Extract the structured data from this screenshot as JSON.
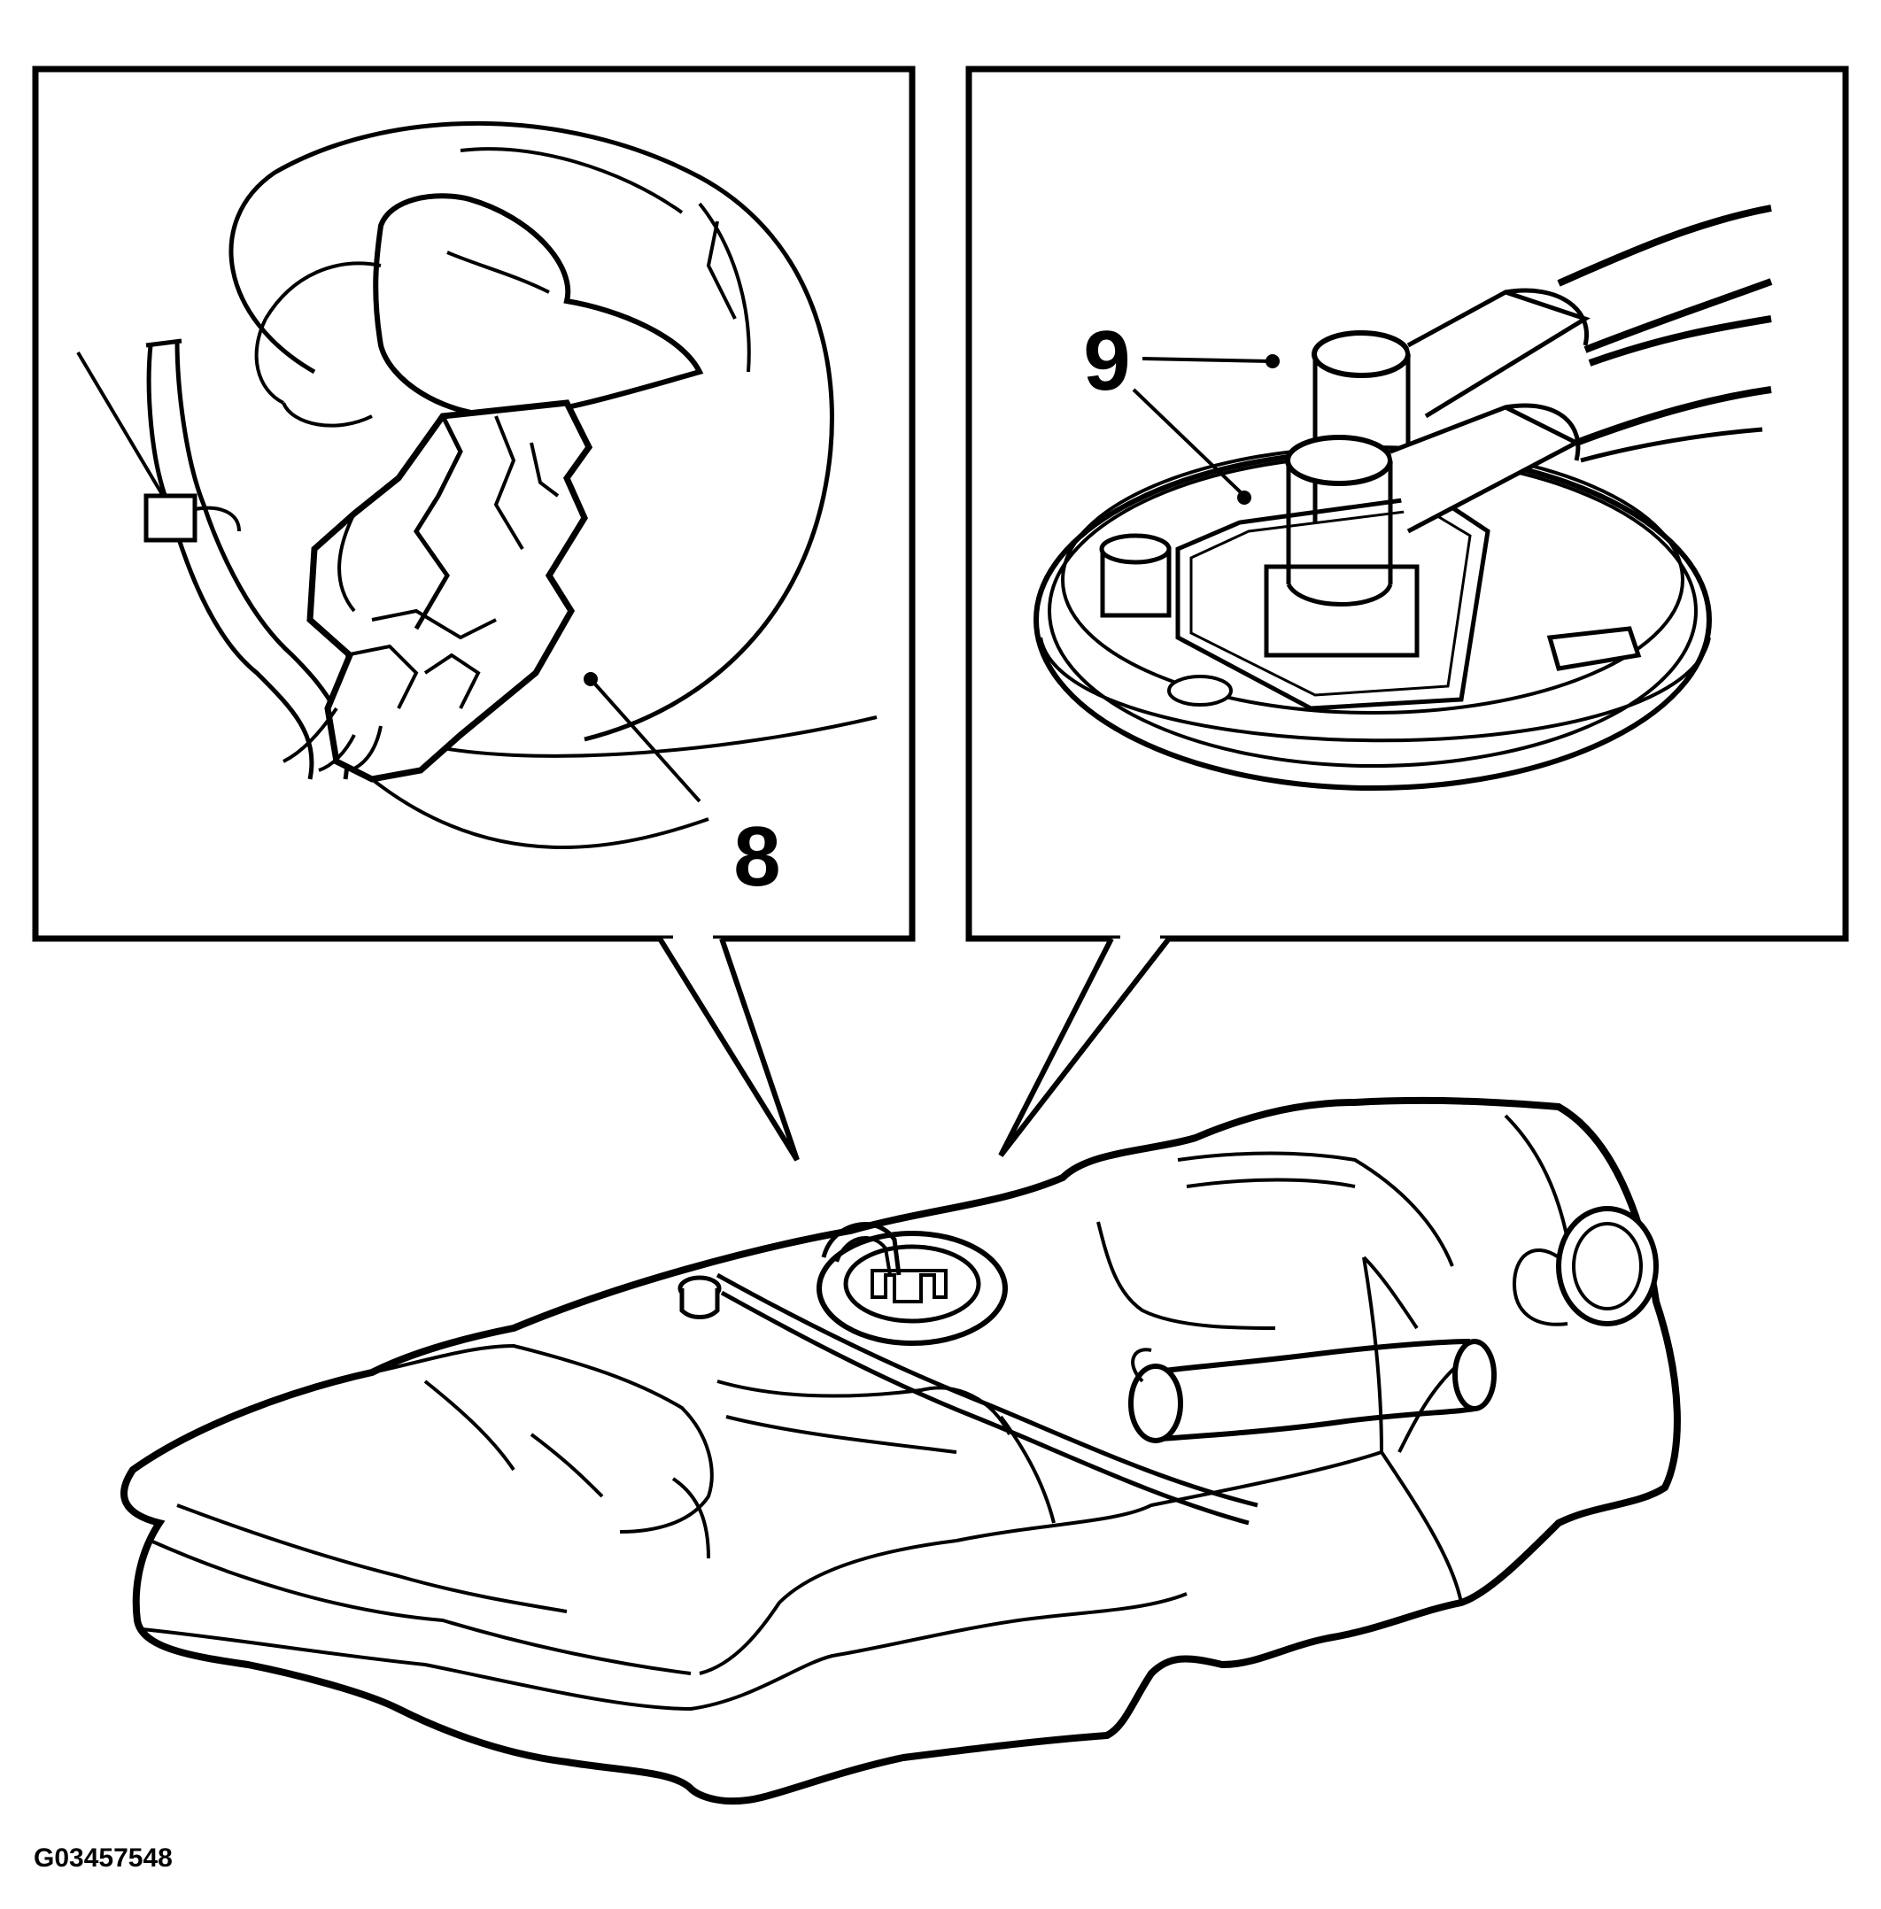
{
  "callouts": {
    "connector": "8",
    "pump_lines": "9"
  },
  "figure_id": "G03457548",
  "colors": {
    "ink": "#000000",
    "paper": "#ffffff"
  }
}
